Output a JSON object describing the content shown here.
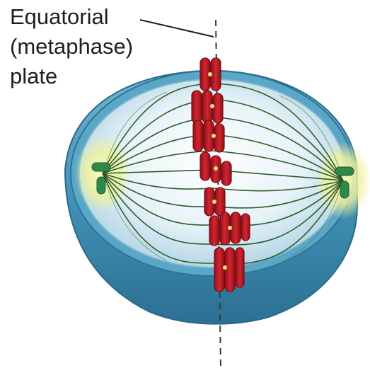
{
  "label": {
    "lines": [
      "Equatorial",
      "(metaphase)",
      "plate"
    ]
  },
  "colors": {
    "cell_outer": "#4d9bbb",
    "cell_outer_dark": "#2f7296",
    "cell_inner": "#dcecf3",
    "spindle_fiber": "#2e5a2a",
    "centrosome_glow": "#f1f19a",
    "centriole": "#2f8a4a",
    "chromosome": "#c81e2a",
    "chromosome_dark": "#8e1019"
  },
  "icons": [
    "centriole-left",
    "centriole-right"
  ]
}
